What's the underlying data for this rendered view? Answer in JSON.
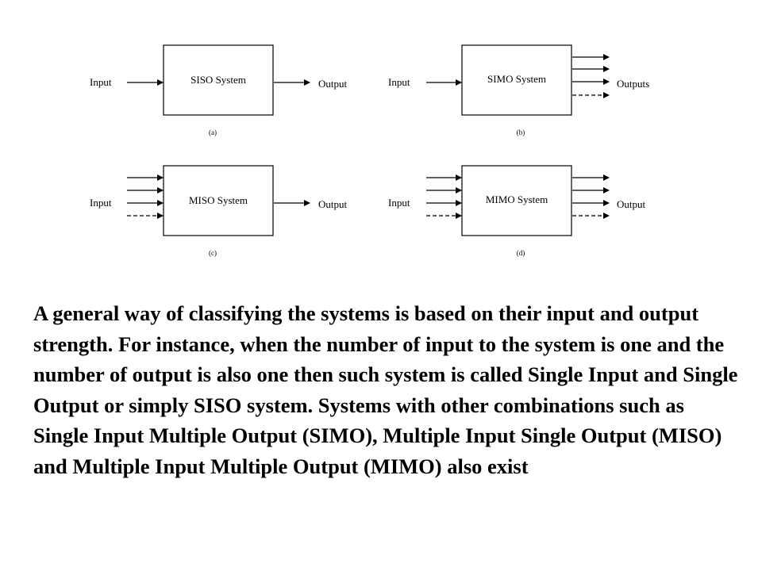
{
  "diagrams": {
    "siso": {
      "title": "SISO System",
      "input_label": "Input",
      "output_label": "Output",
      "caption": "(a)"
    },
    "simo": {
      "title": "SIMO System",
      "input_label": "Input",
      "output_label": "Outputs",
      "caption": "(b)"
    },
    "miso": {
      "title": "MISO System",
      "input_label": "Input",
      "output_label": "Output",
      "caption": "(c)"
    },
    "mimo": {
      "title": "MIMO System",
      "input_label": "Input",
      "output_label": "Output",
      "caption": "(d)"
    }
  },
  "description": "A general way of classifying the systems is based on their input and output strength.  For instance, when the number of input to the system is one and the number of output is also one then such system is called Single Input and Single Output or simply SISO system. Systems with other combinations such as Single Input Multiple Output (SIMO), Multiple Input Single Output (MISO) and Multiple Input Multiple Output (MIMO) also exist"
}
